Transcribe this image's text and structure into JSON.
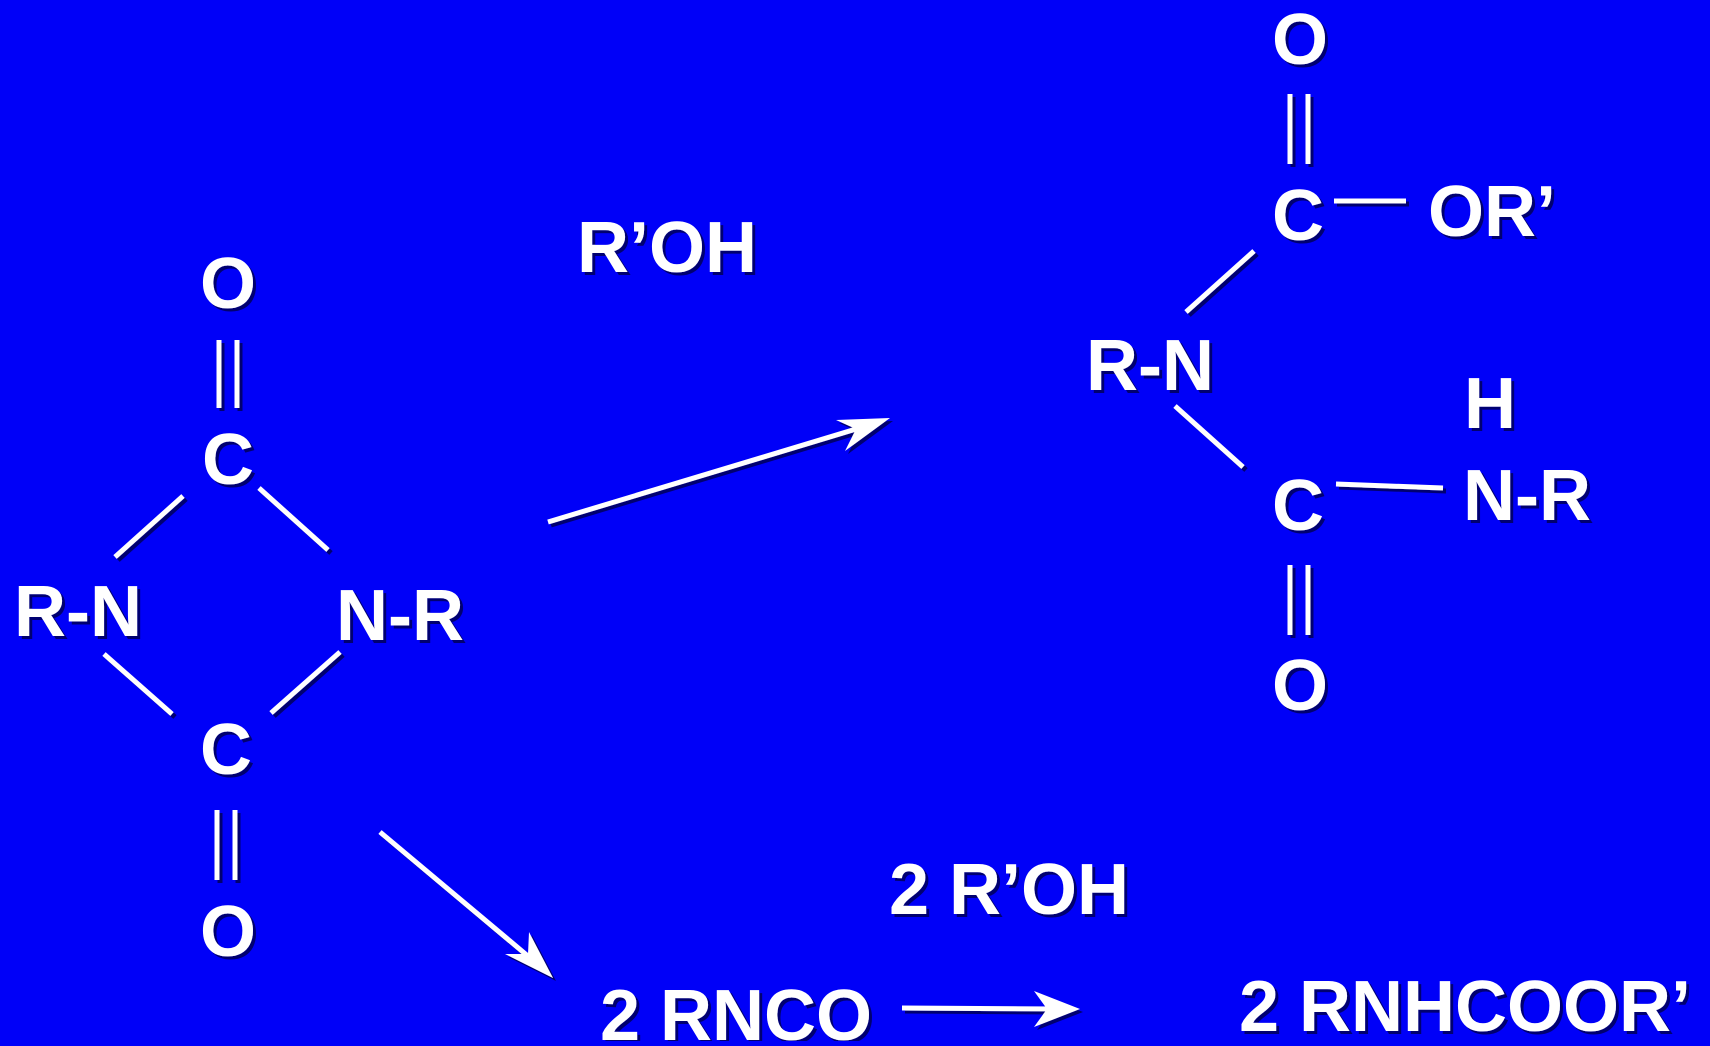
{
  "reactant": {
    "top_o": "O",
    "top_c": "C",
    "left_n": "R-N",
    "right_n": "N-R",
    "bottom_c": "C",
    "bottom_o": "O"
  },
  "reagent_1": "R’OH",
  "product_1": {
    "ester_o": "O",
    "ester_c": "C",
    "ester_or": "OR’",
    "n": "R-N",
    "amide_c": "C",
    "amide_o": "O",
    "nh_h": "H",
    "nh_nr": "N-R"
  },
  "reagent_2": "2 R’OH",
  "intermediate": "2 RNCO",
  "product_2": "2 RNHCOOR’",
  "colors": {
    "background": "#0000f8",
    "foreground": "#ffffff"
  }
}
